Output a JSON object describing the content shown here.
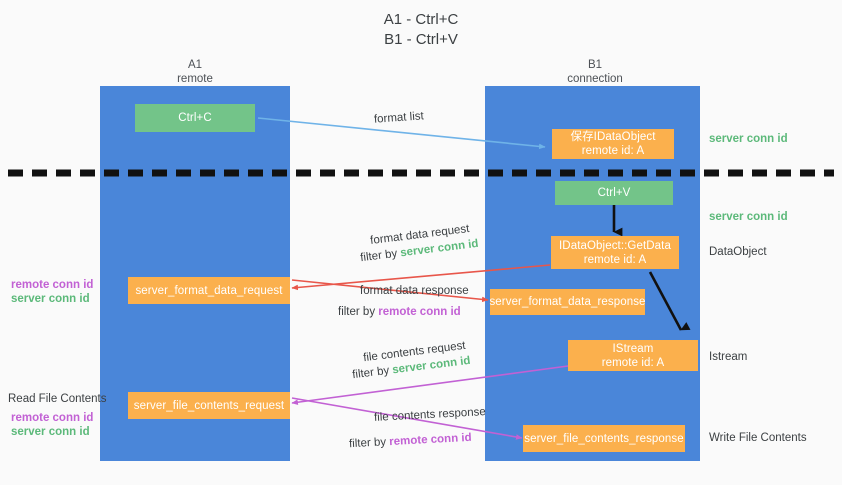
{
  "title": {
    "line1": "A1 - Ctrl+C",
    "line2": "B1 - Ctrl+V"
  },
  "columns": [
    {
      "name": "A1",
      "sub": "remote"
    },
    {
      "name": "B1",
      "sub": "connection"
    }
  ],
  "nodes": {
    "ctrl_c": "Ctrl+C",
    "ctrl_v": "Ctrl+V",
    "data_object_title": "保存IDataObject",
    "data_object_sub": "remote id: A",
    "get_data_title": "IDataObject::GetData",
    "get_data_sub": "remote id: A",
    "istream_title": "IStream",
    "istream_sub": "remote id: A",
    "server_format_data_request": "server_format_data_request",
    "server_format_data_response": "server_format_data_response",
    "server_file_contents_request": "server_file_contents_request",
    "server_file_contents_response": "server_file_contents_response"
  },
  "edge_labels": {
    "format_list": "format list",
    "format_data_request": "format data request",
    "format_data_request_filter_prefix": "filter by ",
    "format_data_request_filter_value": "server conn id",
    "format_data_response": "format data response",
    "format_data_response_filter_prefix": "filter by ",
    "format_data_response_filter_value": "remote conn id",
    "file_contents_request": "file contents request",
    "file_contents_request_filter_prefix": "filter by ",
    "file_contents_request_filter_value": "server conn id",
    "file_contents_response": "file contents response",
    "file_contents_response_filter_prefix": "filter by ",
    "file_contents_response_filter_value": "remote conn id"
  },
  "side_labels": {
    "right_server_conn_id_top": "server conn id",
    "right_server_conn_id_mid": "server conn id",
    "right_dataobject": "DataObject",
    "right_istream": "Istream",
    "right_write_file_contents": "Write File Contents",
    "left_remote_conn_id_1": "remote conn id",
    "left_server_conn_id_1": "server conn id",
    "left_read_file_contents": "Read File Contents",
    "left_remote_conn_id_2": "remote conn id",
    "left_server_conn_id_2": "server conn id"
  },
  "colors": {
    "lane": "#4a86d9",
    "green_node": "#73c489",
    "orange_node": "#fbb04d",
    "green_text": "#5cb97a",
    "magenta_text": "#c261d4",
    "blue_arrow": "#6fb3e8",
    "red_arrow": "#e8564a",
    "magenta_arrow": "#c261d4",
    "black_arrow": "#000000",
    "background": "#fafafa"
  }
}
